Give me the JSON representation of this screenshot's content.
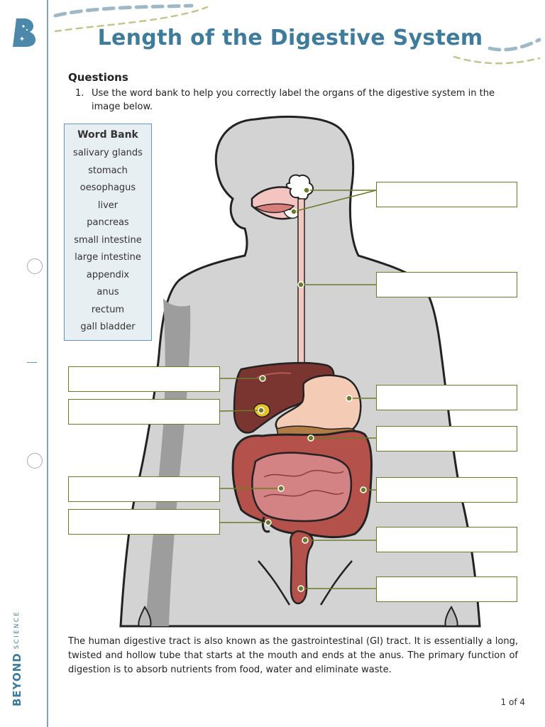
{
  "header": {
    "title": "Length of the Digestive System",
    "logo_icon": "beyond-b-logo-icon"
  },
  "questions": {
    "heading": "Questions",
    "items": [
      {
        "number": "1.",
        "text": "Use the word bank to help you correctly label the organs of the digestive system in the image below."
      }
    ]
  },
  "word_bank": {
    "title": "Word Bank",
    "words": [
      "salivary glands",
      "stomach",
      "oesophagus",
      "liver",
      "pancreas",
      "small intestine",
      "large intestine",
      "appendix",
      "anus",
      "rectum",
      "gall bladder"
    ]
  },
  "label_boxes": {
    "count": 11,
    "values": [
      "",
      "",
      "",
      "",
      "",
      "",
      "",
      "",
      "",
      "",
      ""
    ]
  },
  "paragraph": "The human digestive tract is also known as the gastrointestinal (GI) tract. It is essentially a long, twisted and hollow tube that starts at the mouth and ends at the anus. The primary function of digestion is to absorb nutrients from food, water and eliminate waste.",
  "footer": {
    "page": "1 of 4",
    "brand_main": "BEYOND",
    "brand_sub": "SCIENCE"
  },
  "colors": {
    "accent": "#3f7b9a",
    "olive": "#6b7a2a",
    "liver": "#7a3530",
    "intestine": "#b0504a"
  }
}
